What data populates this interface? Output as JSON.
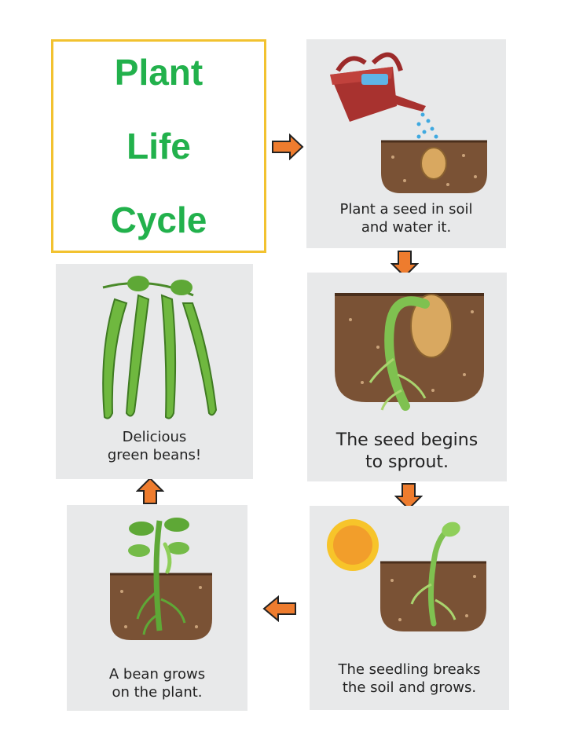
{
  "title": {
    "lines": [
      "Plant",
      "Life",
      "Cycle"
    ]
  },
  "steps": [
    {
      "id": "plant-seed",
      "caption_lines": [
        "Plant a seed in soil",
        "and water it."
      ]
    },
    {
      "id": "sprout",
      "caption_lines": [
        "The seed begins",
        "to sprout."
      ]
    },
    {
      "id": "seedling",
      "caption_lines": [
        "The seedling breaks",
        "the soil and grows."
      ]
    },
    {
      "id": "bean-grows",
      "caption_lines": [
        "A bean grows",
        "on the plant."
      ]
    },
    {
      "id": "green-beans",
      "caption_lines": [
        "Delicious",
        "green beans!"
      ]
    }
  ],
  "colors": {
    "title_green": "#22b14c",
    "title_border": "#f2c230",
    "arrow_orange": "#ee7c2e",
    "soil": "#7a5235",
    "card_bg": "#e8e9ea"
  },
  "icons": [
    "watering-can-icon",
    "seed-icon",
    "sun-icon",
    "bean-pod-icon",
    "arrow-right-icon",
    "arrow-down-icon",
    "arrow-left-icon",
    "arrow-up-icon"
  ]
}
